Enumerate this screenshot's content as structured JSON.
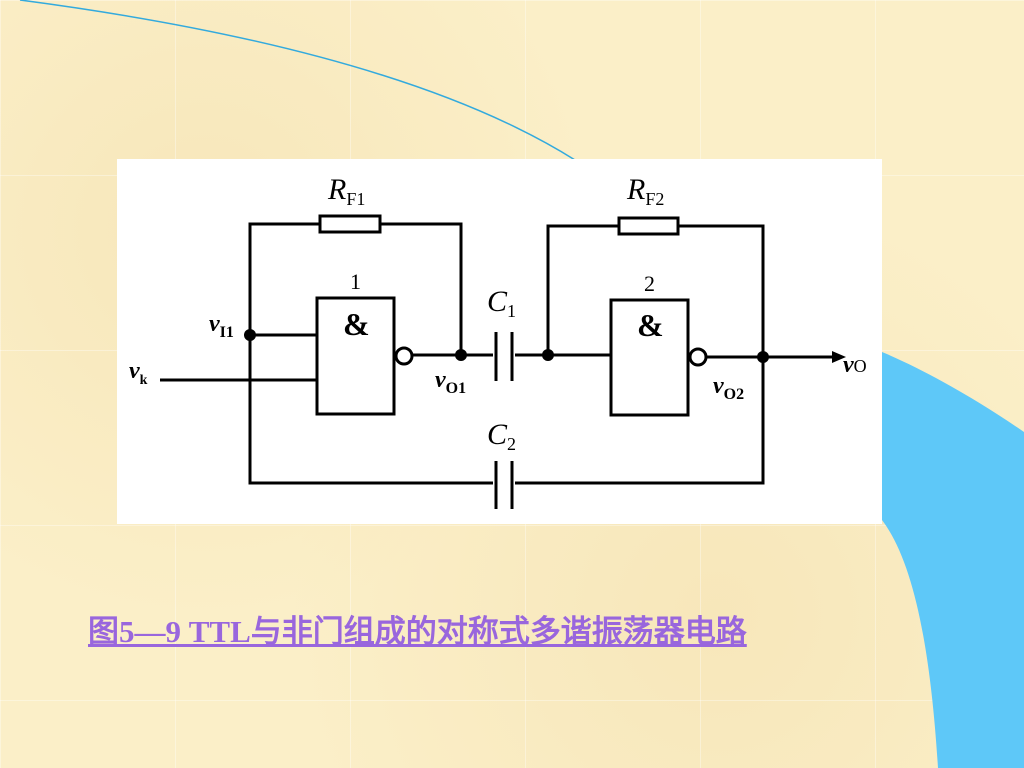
{
  "diagram": {
    "resistor_1": {
      "symbol": "R",
      "subscript": "F1"
    },
    "resistor_2": {
      "symbol": "R",
      "subscript": "F2"
    },
    "capacitor_1": {
      "symbol": "C",
      "subscript": "1"
    },
    "capacitor_2": {
      "symbol": "C",
      "subscript": "2"
    },
    "gate_1": {
      "number": "1",
      "symbol": "&"
    },
    "gate_2": {
      "number": "2",
      "symbol": "&"
    },
    "node_vi1": {
      "symbol": "v",
      "subscript": "I1"
    },
    "node_vk": {
      "symbol": "v",
      "subscript": "k"
    },
    "node_vo1": {
      "symbol": "v",
      "subscript": "O1"
    },
    "node_vo2": {
      "symbol": "v",
      "subscript": "O2"
    },
    "node_vo": {
      "symbol": "v",
      "subscript": "O"
    }
  },
  "caption": "图5—9   TTL与非门组成的对称式多谐振荡器电路",
  "colors": {
    "caption": "#9966dd",
    "arc_line": "#33aadd",
    "blue_shape": "#5ec8f8"
  }
}
